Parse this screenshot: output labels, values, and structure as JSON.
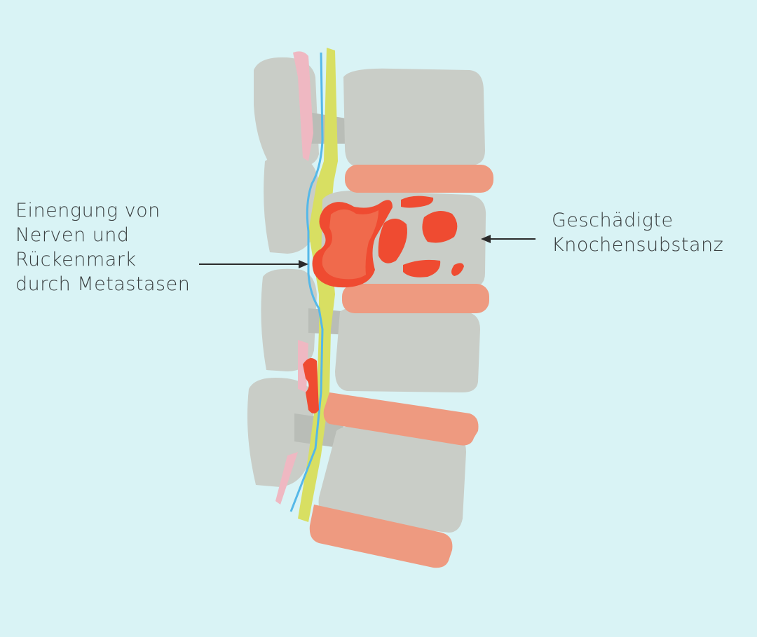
{
  "diagram": {
    "subject": "Spine with vertebral metastases (lateral view)",
    "colors": {
      "background": "#d9f3f5",
      "bone": "#c9cdc7",
      "bone_shadow": "#b9bdb7",
      "disc": "#ee9a80",
      "metastasis_outer": "#ef4b31",
      "metastasis_inner": "#f06a4c",
      "spinal_cord": "#d8df62",
      "nerve": "#55b8e8",
      "ligament": "#efb8c2",
      "label_text": "#3a3f40",
      "arrow": "#2b2b2b"
    },
    "annotations": [
      {
        "id": "left",
        "lines": [
          "Einengung von",
          "Nerven und",
          "Rückenmark",
          "durch Metastasen"
        ],
        "points_to": "spinal cord compression by metastasis"
      },
      {
        "id": "right",
        "lines": [
          "Geschädigte",
          "Knochensubstanz"
        ],
        "points_to": "damaged vertebral body"
      }
    ]
  }
}
